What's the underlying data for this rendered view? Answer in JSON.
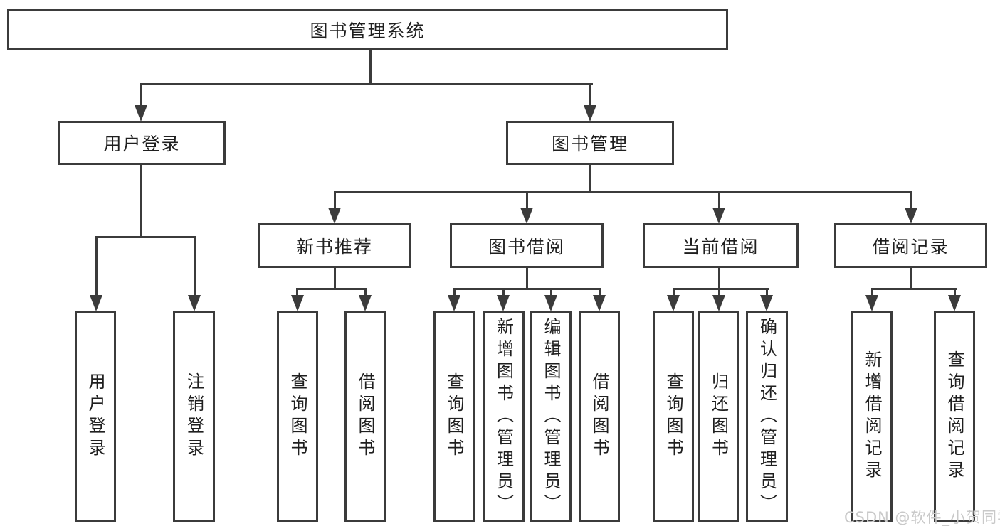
{
  "diagram": {
    "root": {
      "label": "图书管理系统"
    },
    "level2": {
      "user_login": {
        "label": "用户登录"
      },
      "book_mgmt": {
        "label": "图书管理"
      }
    },
    "level3": {
      "new_book_rec": {
        "label": "新书推荐"
      },
      "book_borrow": {
        "label": "图书借阅"
      },
      "current_borrow": {
        "label": "当前借阅"
      },
      "borrow_records": {
        "label": "借阅记录"
      }
    },
    "leaves": {
      "user_login_1": {
        "label": "用户登录"
      },
      "user_login_2": {
        "label": "注销登录"
      },
      "rec_1": {
        "label": "查询图书"
      },
      "rec_2": {
        "label": "借阅图书"
      },
      "bb_1": {
        "label": "查询图书"
      },
      "bb_2": {
        "label": "新增图书（管理员）"
      },
      "bb_3": {
        "label": "编辑图书（管理员）"
      },
      "bb_4": {
        "label": "借阅图书"
      },
      "cb_1": {
        "label": "查询图书"
      },
      "cb_2": {
        "label": "归还图书"
      },
      "cb_3": {
        "label": "确认归还（管理员）"
      },
      "br_1": {
        "label": "新增借阅记录"
      },
      "br_2": {
        "label": "查询借阅记录"
      }
    },
    "hierarchy": {
      "图书管理系统": {
        "用户登录": [
          "用户登录",
          "注销登录"
        ],
        "图书管理": {
          "新书推荐": [
            "查询图书",
            "借阅图书"
          ],
          "图书借阅": [
            "查询图书",
            "新增图书（管理员）",
            "编辑图书（管理员）",
            "借阅图书"
          ],
          "当前借阅": [
            "查询图书",
            "归还图书",
            "确认归还（管理员）"
          ],
          "借阅记录": [
            "新增借阅记录",
            "查询借阅记录"
          ]
        }
      }
    }
  },
  "watermark": {
    "text": "CSDN @软件_小贺同学"
  },
  "colors": {
    "line": "#3b3b3b",
    "text": "#1f1f1f",
    "watermark": "#c9c9c9",
    "bg": "#ffffff"
  }
}
